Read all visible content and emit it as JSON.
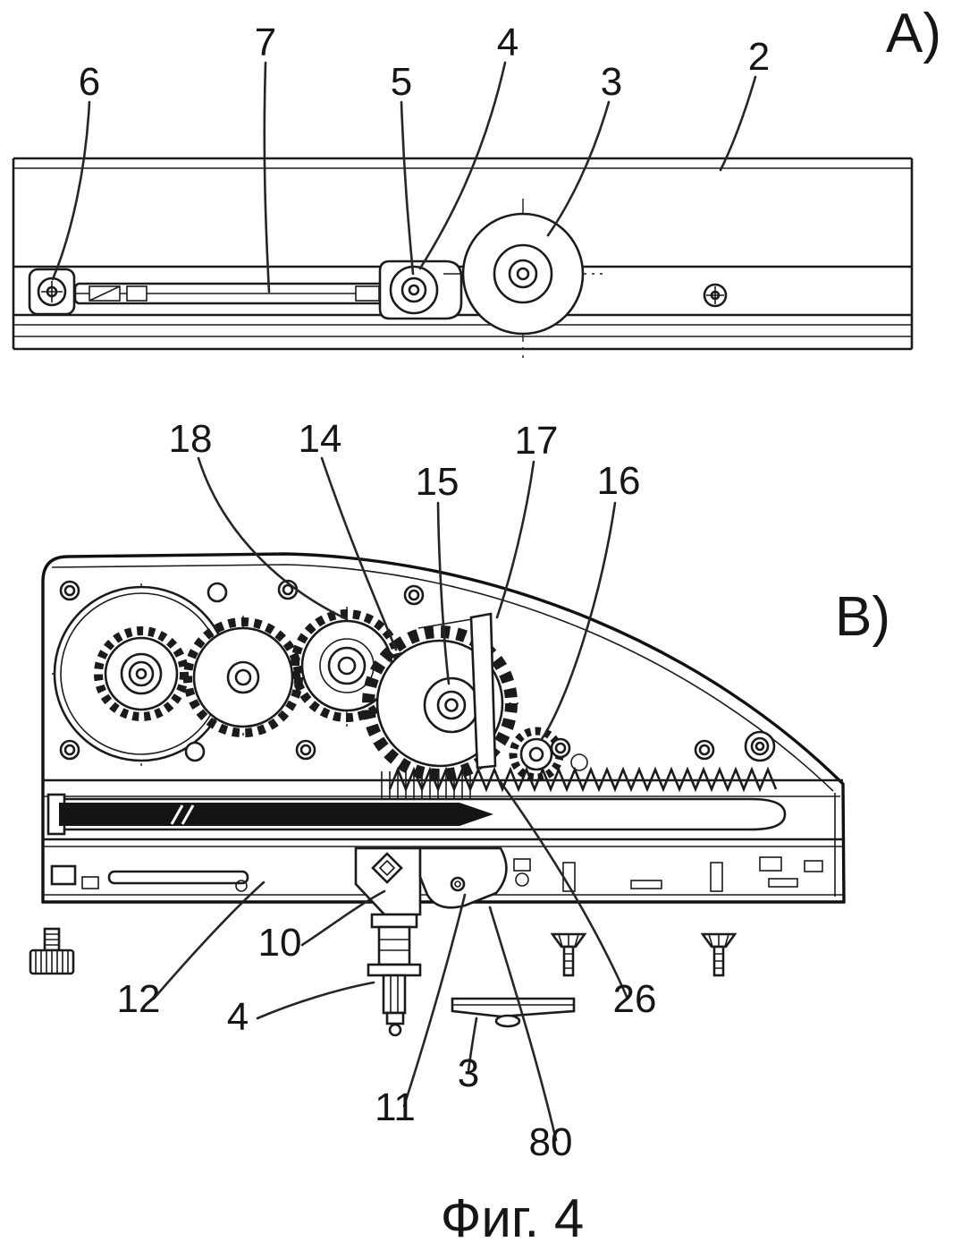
{
  "caption": "Фиг. 4",
  "views": {
    "a": {
      "marker": "A)",
      "parts": {
        "p6": "6",
        "p7": "7",
        "p5": "5",
        "p4": "4",
        "p3": "3",
        "p2": "2"
      }
    },
    "b": {
      "marker": "B)",
      "parts": {
        "p18": "18",
        "p14": "14",
        "p15": "15",
        "p17": "17",
        "p16": "16",
        "p12": "12",
        "p10": "10",
        "p4": "4",
        "p3": "3",
        "p11": "11",
        "p80": "80",
        "p26": "26"
      }
    }
  },
  "colors": {
    "ink": "#1b1b1b",
    "background": "#ffffff"
  }
}
